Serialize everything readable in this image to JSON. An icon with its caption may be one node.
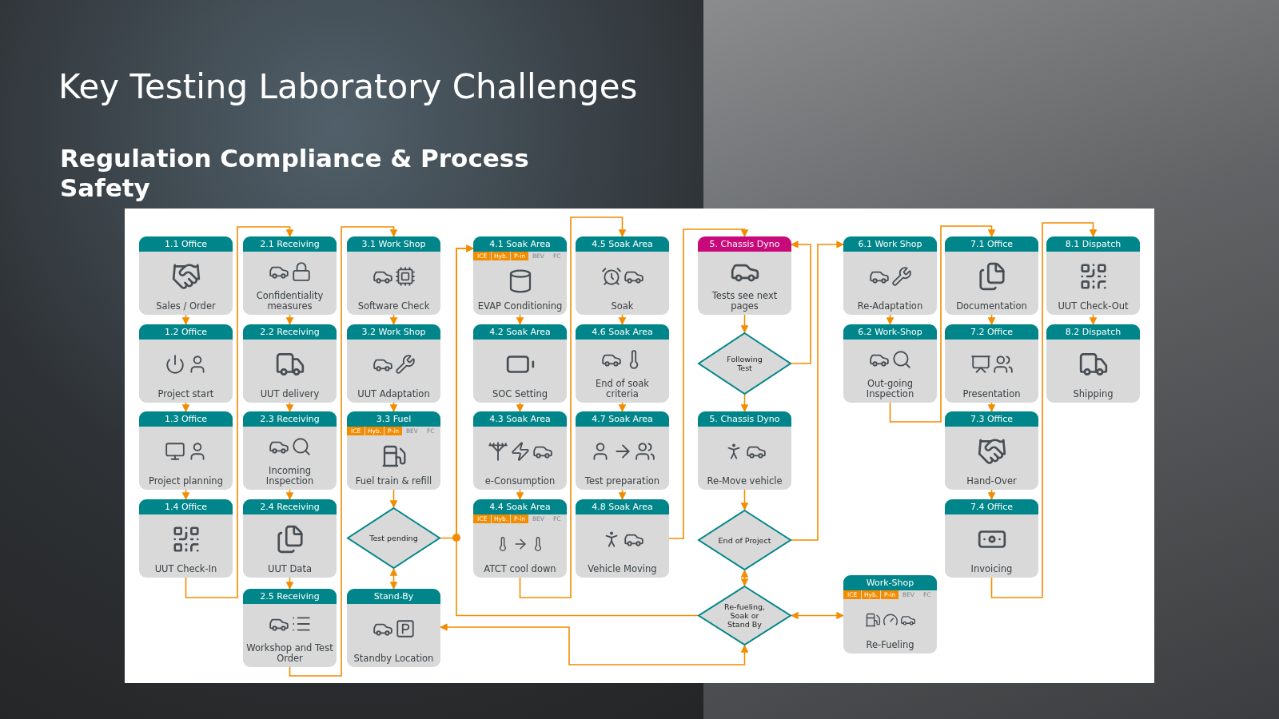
{
  "diagram": {
    "title": "Key Testing Laboratory Challenges",
    "labels": [
      "Regulation Compliance & Process Safety"
    ],
    "nodes": [
      {
        "text": [
          "1.1 Office",
          "Sales / Order"
        ]
      },
      {
        "text": [
          "1.2 Office",
          "Project start"
        ]
      },
      {
        "text": [
          "1.3 Office",
          "Project planning"
        ]
      },
      {
        "text": [
          "1.4 Office",
          "UUT Check-In"
        ]
      },
      {
        "text": [
          "2.1 Receiving",
          "Confidentiality measures"
        ]
      },
      {
        "text": [
          "2.2 Receiving",
          "UUT delivery"
        ]
      },
      {
        "text": [
          "2.3 Receiving",
          "Incoming Inspection"
        ]
      },
      {
        "text": [
          "2.4 Receiving",
          "UUT Data"
        ]
      },
      {
        "text": [
          "2.5 Receiving",
          "Workshop and Test Order"
        ]
      },
      {
        "text": [
          "3.1 Work Shop",
          "Software Check"
        ]
      },
      {
        "text": [
          "3.2 Work Shop",
          "UUT Adaptation"
        ]
      },
      {
        "text": [
          "3.3 Fuel",
          "ICE",
          "Hyb.",
          "P-in",
          "BEV",
          "FC",
          "Fuel train & refill"
        ]
      },
      {
        "text": [
          "Test pending"
        ]
      },
      {
        "text": [
          "Stand-By",
          "Standby Location"
        ]
      },
      {
        "text": [
          "4.1 Soak Area",
          "ICE",
          "Hyb.",
          "P-in",
          "BEV",
          "FC",
          "EVAP Conditioning"
        ]
      },
      {
        "text": [
          "4.2 Soak Area",
          "SOC Setting"
        ]
      },
      {
        "text": [
          "4.3 Soak Area",
          "e-Consumption"
        ]
      },
      {
        "text": [
          "4.4 Soak Area",
          "ICE",
          "Hyb.",
          "P-in",
          "BEV",
          "FC",
          "ATCT cool down"
        ]
      },
      {
        "text": [
          "4.5 Soak Area",
          "Soak"
        ]
      },
      {
        "text": [
          "4.6 Soak Area",
          "End of soak criteria"
        ]
      },
      {
        "text": [
          "4.7 Soak Area",
          "Test preparation"
        ]
      },
      {
        "text": [
          "4.8 Soak Area",
          "Vehicle Moving"
        ]
      },
      {
        "text": [
          "5. Chassis Dyno",
          "Tests see next pages"
        ]
      },
      {
        "text": [
          "Following Test"
        ]
      },
      {
        "text": [
          "5. Chassis Dyno",
          "Re-Move vehicle"
        ]
      },
      {
        "text": [
          "End of Project"
        ]
      },
      {
        "text": [
          "Re-fueling, Soak or Stand By"
        ]
      },
      {
        "text": [
          "6.1 Work Shop",
          "Re-Adaptation"
        ]
      },
      {
        "text": [
          "6.2 Work-Shop",
          "Out-going Inspection"
        ]
      },
      {
        "text": [
          "Work-Shop",
          "ICE",
          "Hyb.",
          "P-in",
          "BEV",
          "FC",
          "Re-Fueling"
        ]
      },
      {
        "text": [
          "7.1 Office",
          "Documentation"
        ]
      },
      {
        "text": [
          "7.2 Office",
          "Presentation"
        ]
      },
      {
        "text": [
          "7.3 Office",
          "Hand-Over"
        ]
      },
      {
        "text": [
          "7.4 Office",
          "Invoicing"
        ]
      },
      {
        "text": [
          "8.1 Dispatch",
          "UUT Check-Out"
        ]
      },
      {
        "text": [
          "8.2 Dispatch",
          "Shipping"
        ]
      }
    ],
    "edges": [
      {
        "from": 0,
        "to": 1,
        "arrow": "to"
      },
      {
        "from": 1,
        "to": 2,
        "arrow": "to"
      },
      {
        "from": 2,
        "to": 3,
        "arrow": "to"
      },
      {
        "from": 3,
        "to": 4,
        "arrow": "to"
      },
      {
        "from": 4,
        "to": 5,
        "arrow": "to"
      },
      {
        "from": 5,
        "to": 6,
        "arrow": "to"
      },
      {
        "from": 6,
        "to": 7,
        "arrow": "to"
      },
      {
        "from": 7,
        "to": 8,
        "arrow": "to"
      },
      {
        "from": 8,
        "to": 9,
        "arrow": "to"
      },
      {
        "from": 9,
        "to": 10,
        "arrow": "to"
      },
      {
        "from": 10,
        "to": 11,
        "arrow": "to"
      },
      {
        "from": 11,
        "to": 12,
        "arrow": "to"
      },
      {
        "from": 12,
        "to": 13,
        "arrow": "both"
      },
      {
        "from": 12,
        "to": 14,
        "arrow": "to"
      },
      {
        "from": 14,
        "to": 15,
        "arrow": "to"
      },
      {
        "from": 15,
        "to": 16,
        "arrow": "to"
      },
      {
        "from": 16,
        "to": 17,
        "arrow": "to"
      },
      {
        "from": 17,
        "to": 18,
        "arrow": "to"
      },
      {
        "from": 18,
        "to": 19,
        "arrow": "to"
      },
      {
        "from": 19,
        "to": 20,
        "arrow": "to"
      },
      {
        "from": 20,
        "to": 21,
        "arrow": "to"
      },
      {
        "from": 21,
        "to": 22,
        "arrow": "to"
      },
      {
        "from": 22,
        "to": 23,
        "arrow": "to"
      },
      {
        "from": 23,
        "to": 22,
        "arrow": "to"
      },
      {
        "from": 23,
        "to": 24,
        "arrow": "to"
      },
      {
        "from": 24,
        "to": 25,
        "arrow": "to"
      },
      {
        "from": 25,
        "to": 26,
        "arrow": "both"
      },
      {
        "from": 25,
        "to": 27,
        "arrow": "to"
      },
      {
        "from": 26,
        "to": 29,
        "arrow": "both"
      },
      {
        "from": 26,
        "to": 14,
        "arrow": "to"
      },
      {
        "from": 26,
        "to": 13,
        "arrow": "both"
      },
      {
        "from": 27,
        "to": 28,
        "arrow": "to"
      },
      {
        "from": 28,
        "to": 30,
        "arrow": "to"
      },
      {
        "from": 30,
        "to": 31,
        "arrow": "to"
      },
      {
        "from": 31,
        "to": 32,
        "arrow": "to"
      },
      {
        "from": 32,
        "to": 33,
        "arrow": "to"
      },
      {
        "from": 33,
        "to": 34,
        "arrow": "to"
      },
      {
        "from": 34,
        "to": 35,
        "arrow": "to"
      }
    ]
  }
}
